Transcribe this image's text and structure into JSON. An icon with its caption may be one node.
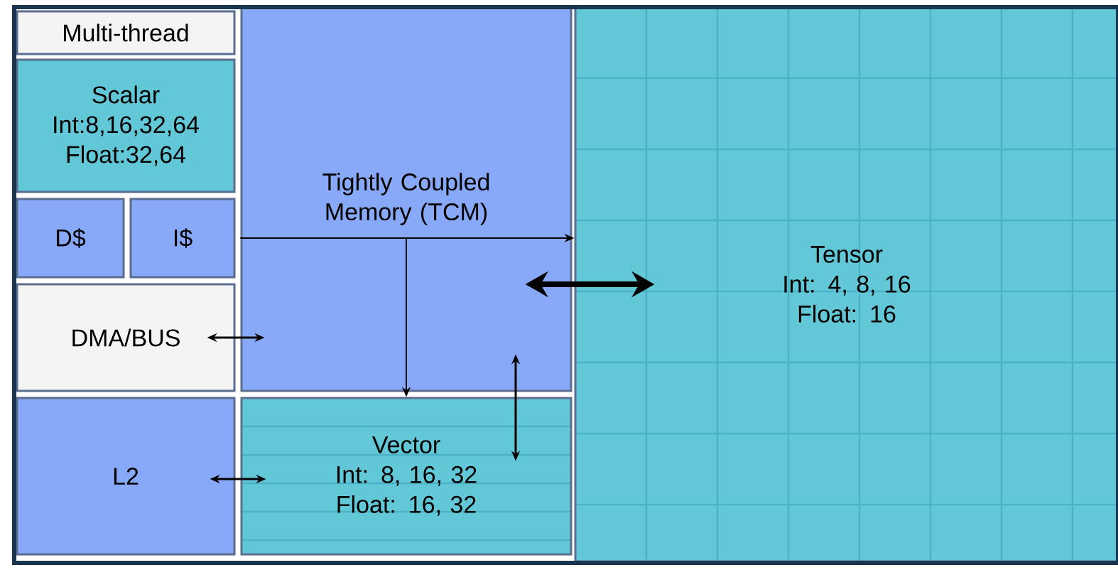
{
  "diagram": {
    "nodes": [
      {
        "text": [
          "Multi-thread"
        ]
      },
      {
        "text": [
          "Scalar",
          "Int:8,16,32,64 Float:32,64"
        ]
      },
      {
        "text": [
          "D$"
        ]
      },
      {
        "text": [
          "I$"
        ]
      },
      {
        "text": [
          "DMA/BUS"
        ]
      },
      {
        "text": [
          "Tightly Coupled Memory (TCM)"
        ]
      },
      {
        "text": [
          "L2"
        ]
      },
      {
        "text": [
          "Vector",
          "Int: 8, 16, 32 Float: 16, 32"
        ]
      },
      {
        "text": [
          "Tensor",
          "Int: 4, 8, 16 Float: 16"
        ]
      }
    ],
    "edges": [
      {
        "from": 5,
        "to": 8,
        "arrow": "to"
      },
      {
        "from": 5,
        "to": 7,
        "arrow": "to"
      },
      {
        "from": 4,
        "to": 5,
        "arrow": "both"
      },
      {
        "from": 5,
        "to": 8,
        "arrow": "both",
        "style": "thick"
      },
      {
        "from": 5,
        "to": 7,
        "arrow": "both"
      },
      {
        "from": 6,
        "to": 7,
        "arrow": "both"
      }
    ]
  }
}
